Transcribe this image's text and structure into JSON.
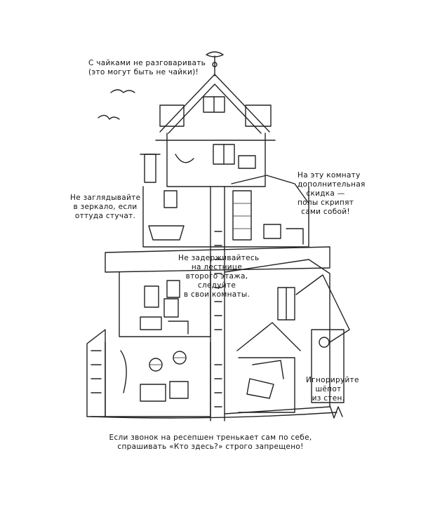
{
  "notes": {
    "seagulls": {
      "line1": "С чайками не разговаривать",
      "line2": "(это могут быть не чайки)!"
    },
    "mirror": {
      "line1": "Не заглядывайте",
      "line2": "в зеркало, если",
      "line3": "оттуда стучат."
    },
    "room_discount": {
      "line1": "На эту комнату",
      "line2": "дополнительная",
      "line3": "скидка —",
      "line4": "полы скрипят",
      "line5": "сами собой!"
    },
    "stairs": {
      "line1": "Не задерживайтесь",
      "line2": "на лестнице",
      "line3": "второго этажа,",
      "line4": "следуйте",
      "line5": "в свои комнаты."
    },
    "whisper": {
      "line1": "Игнорируйте",
      "line2": "шёпот",
      "line3": "из стен."
    },
    "bell": {
      "line1": "Если звонок на ресепшен тренькает сам по себе,",
      "line2": "спрашивать «Кто здесь?» строго запрещено!"
    }
  },
  "illustration": {
    "subject": "haunted-hotel-house",
    "line_color": "#222222",
    "background_color": "#ffffff"
  }
}
